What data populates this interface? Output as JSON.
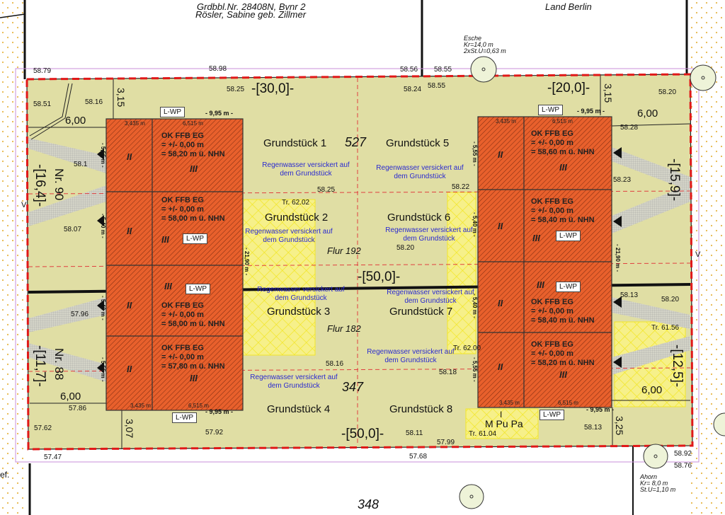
{
  "owners": {
    "north_left": [
      "Grdbbl.Nr. 28408N, Bvnr 2",
      "Rösler, Sabine geb. Zillmer"
    ],
    "north_right": "Land Berlin"
  },
  "trees": {
    "esche": [
      "Esche",
      "Kr=14,0 m",
      "2xSt.U=0,63 m"
    ],
    "ahorn": [
      "Ahorn",
      "Kr= 8,0 m",
      "St.U=1,10 m"
    ]
  },
  "elevations": [
    "58.79",
    "58.98",
    "58.56",
    "58.55",
    "58.51",
    "58.16",
    "58.25",
    "58.24",
    "58.55",
    "58.20",
    "58.28",
    "58.1",
    "58.07",
    "58.25",
    "58.22",
    "58.23",
    "58.20",
    "57.96",
    "58.13",
    "58.20",
    "58.16",
    "58.18",
    "57.86",
    "57.62",
    "57.92",
    "58.11",
    "57.99",
    "58.13",
    "57.47",
    "57.68",
    "58.92",
    "58.76"
  ],
  "widths": [
    "-[30,0]-",
    "-[20,0]-",
    "-[50,0]-",
    "-[50,0]-",
    "-[16,4]-",
    "-[11,7]-",
    "-[15,9]-",
    "-[12,5]-"
  ],
  "distances": [
    "3,15",
    "3,15",
    "6,00",
    "6,00",
    "6,00",
    "6,00",
    "3,07",
    "3,25"
  ],
  "house_numbers": [
    "Nr. 90",
    "Nr. 88"
  ],
  "plots": [
    "Grundstück 1",
    "Grundstück 2",
    "Grundstück 3",
    "Grundstück 4",
    "Grundstück 5",
    "Grundstück 6",
    "Grundstück 7",
    "Grundstück 8"
  ],
  "parcels": [
    "527",
    "347",
    "348"
  ],
  "flur": [
    "Flur 192",
    "Flur 182"
  ],
  "rainwater": "Regenwasser versickert auf dem Grundstück",
  "trees_heights": [
    "Tr. 62.02",
    "Tr. 62.00",
    "Tr. 61.04",
    "Tr. 61.56"
  ],
  "mpupa": [
    "I",
    "M Pu Pa"
  ],
  "lwp": "L-WP",
  "building": {
    "width_total": "- 9,95 m -",
    "seg_a": "3,435 m",
    "seg_b": "6,515 m",
    "depth_a": "- 5,55 m -",
    "depth_b": "- 5,40 m -",
    "depth_total": "- 21,90 m -",
    "roman2": "II",
    "roman3": "III"
  },
  "ffb": {
    "title": "OK FFB EG",
    "zero": "= +/- 0,00 m",
    "levels": [
      "= 58,20 m ü. NHN",
      "= 58,00 m ü. NHN",
      "= 58,00 m ü. NHN",
      "= 57,80 m ü. NHN",
      "= 58,60 m ü. NHN",
      "= 58,40 m ü. NHN",
      "= 58,40 m ü. NHN",
      "= 58,20 m ü. NHN"
    ]
  },
  "misc": [
    "ef.",
    "V",
    "V"
  ],
  "colors": {
    "plot": "#e0dea4",
    "building": "#e8602c",
    "boundary": "#e01818",
    "hatch_yellow": "#f2ea3a"
  }
}
